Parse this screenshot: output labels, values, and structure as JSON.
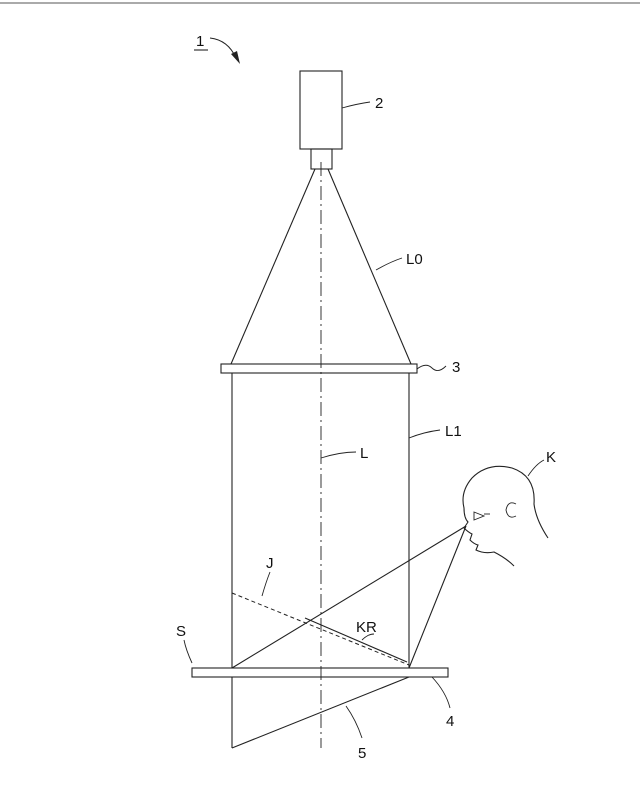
{
  "figure": {
    "ref_numeral": "1",
    "labels": {
      "camera": "2",
      "diffuser": "3",
      "plate": "4",
      "mirror": "5",
      "light_L0": "L0",
      "light_L1": "L1",
      "axis_L": "L",
      "line_J": "J",
      "reflection_KR": "KR",
      "surface_S": "S",
      "viewer_K": "K"
    }
  }
}
